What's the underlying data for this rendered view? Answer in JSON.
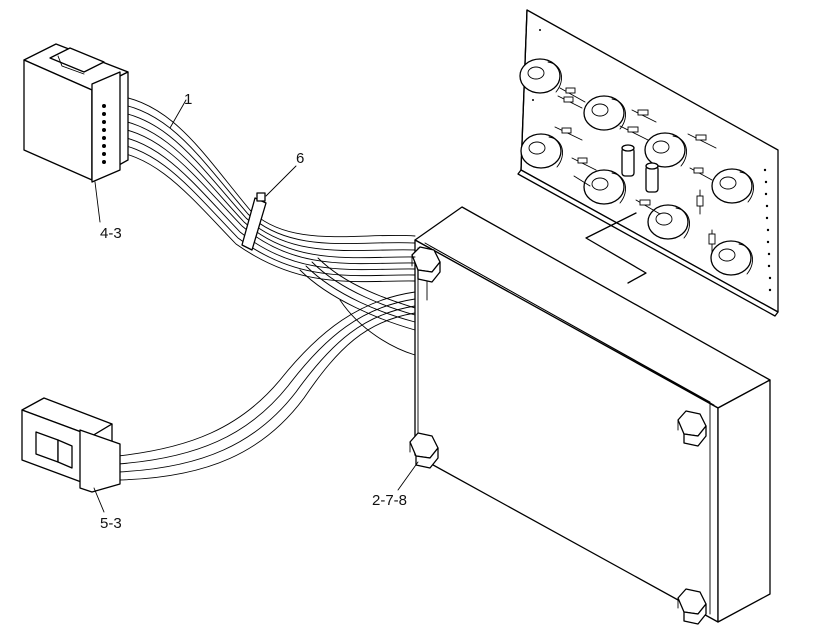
{
  "diagram": {
    "callouts": {
      "wire_harness": "1",
      "connector_top": "4-3",
      "cable_tie": "6",
      "connector_bottom": "5-3",
      "mounting_bolts": "2-7-8"
    }
  }
}
